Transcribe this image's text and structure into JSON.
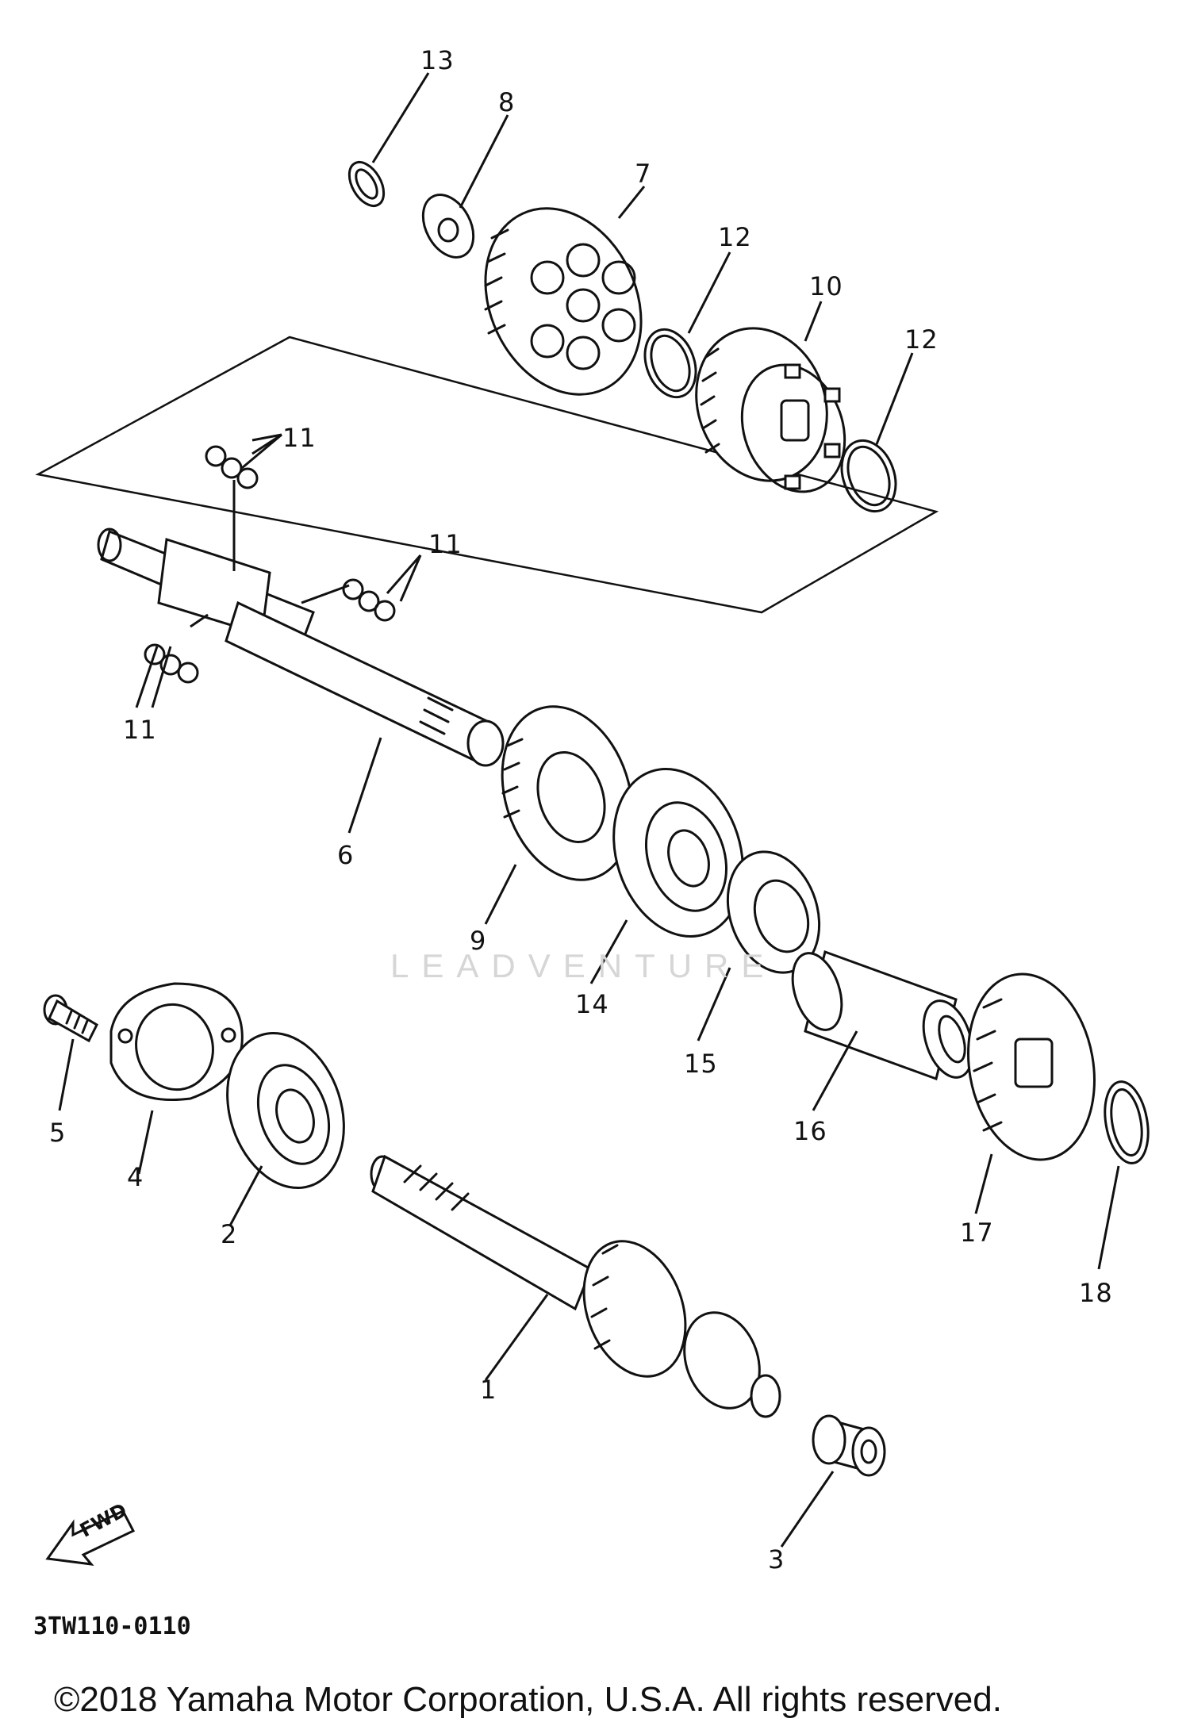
{
  "diagram_code": "3TW110-0110",
  "copyright": "©2018 Yamaha Motor Corporation, U.S.A. All rights reserved.",
  "watermark": "LEADVENTURE",
  "fwd_label": "FWD",
  "callouts": {
    "c1": "1",
    "c2": "2",
    "c3": "3",
    "c4": "4",
    "c5": "5",
    "c6": "6",
    "c7": "7",
    "c8": "8",
    "c9": "9",
    "c10": "10",
    "c11a": "11",
    "c11b": "11",
    "c11c": "11",
    "c12a": "12",
    "c12b": "12",
    "c13": "13",
    "c14": "14",
    "c15": "15",
    "c16": "16",
    "c17": "17",
    "c18": "18"
  }
}
